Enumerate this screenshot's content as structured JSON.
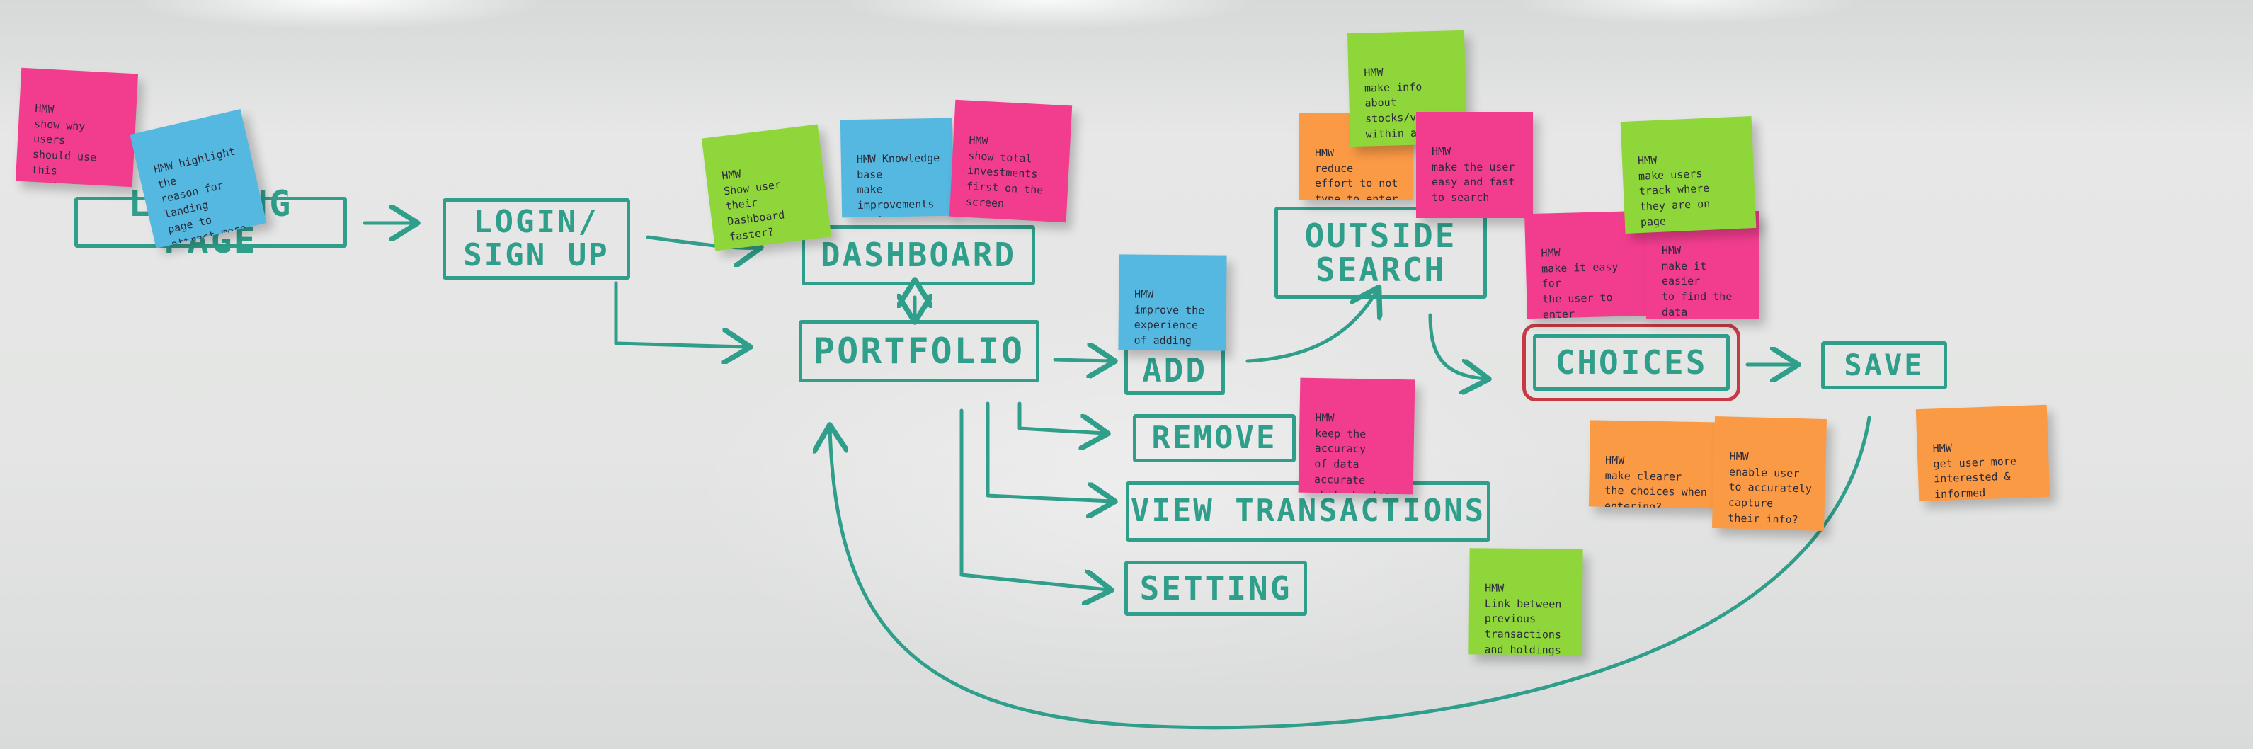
{
  "nodes": {
    "landing_page": "LANDING PAGE",
    "login_sign_up": "LOGIN/\nSIGN UP",
    "dashboard": "DASHBOARD",
    "portfolio": "PORTFOLIO",
    "add": "ADD",
    "remove": "REMOVE",
    "view_transactions": "VIEW TRANSACTIONS",
    "setting": "SETTING",
    "outside_search": "OUTSIDE\nSEARCH",
    "choices": "CHOICES",
    "save": "SAVE"
  },
  "stickies": {
    "n1": "HMW\nshow why users\nshould use this\nproduct",
    "n2": "HMW highlight the\nreason for landing\npage to attract more\nusers?",
    "n3": "HMW\nShow user\ntheir\nDashboard\nfaster?",
    "n4": "HMW       Knowledge base\nmake improvements\nto improve shopping\nexperience for new\nusers?",
    "n5": "HMW\nshow total investments\nfirst on the screen",
    "n6": "HMW\nimprove the experience\nof adding holdings\nand keep accounting\nthem?",
    "n7": "HMW\nkeep the accuracy\nof data accurate\nwhile buying &\nselling stocks",
    "n8": "HMW\nLink between\nprevious\ntransactions\nand holdings",
    "n9": "HMW\nreduce\neffort to not\ntype to enter",
    "n10": "HMW\nmake info\nabout stocks/values\nwithin app?",
    "n11": "HMW\nmake the user\neasy and fast\nto search",
    "n12": "HMW\nmake it easy for\nthe user to enter\naccurate information",
    "n13": "HMW\nmake users\ntrack where\nthey are on\npage",
    "n14": "HMW\nmake it easier\nto find the data\nflow",
    "n15": "HMW\nmake clearer\nthe choices when\nentering?",
    "n16": "HMW\nenable user\nto accurately capture\ntheir info?\n(current price, date,\nnumber, etc)",
    "n17": "HMW\nget user more\ninterested & informed\nabout their choices"
  },
  "colors": {
    "marker_green": "#2f9e8a",
    "marker_red": "#c73a44",
    "sticky_pink": "#f23d8f",
    "sticky_blue": "#55b8e0",
    "sticky_green": "#8fd63a",
    "sticky_orange": "#fb9a45",
    "board": "#e4e5e4"
  }
}
